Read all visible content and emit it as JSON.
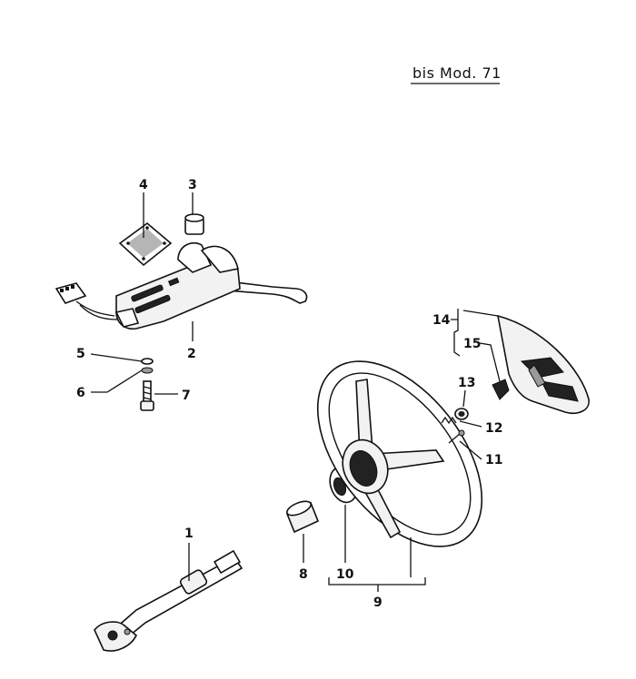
{
  "title": "bis Mod. 71",
  "callouts": [
    "1",
    "2",
    "3",
    "4",
    "5",
    "6",
    "7",
    "8",
    "9",
    "10",
    "11",
    "12",
    "13",
    "14",
    "15"
  ]
}
